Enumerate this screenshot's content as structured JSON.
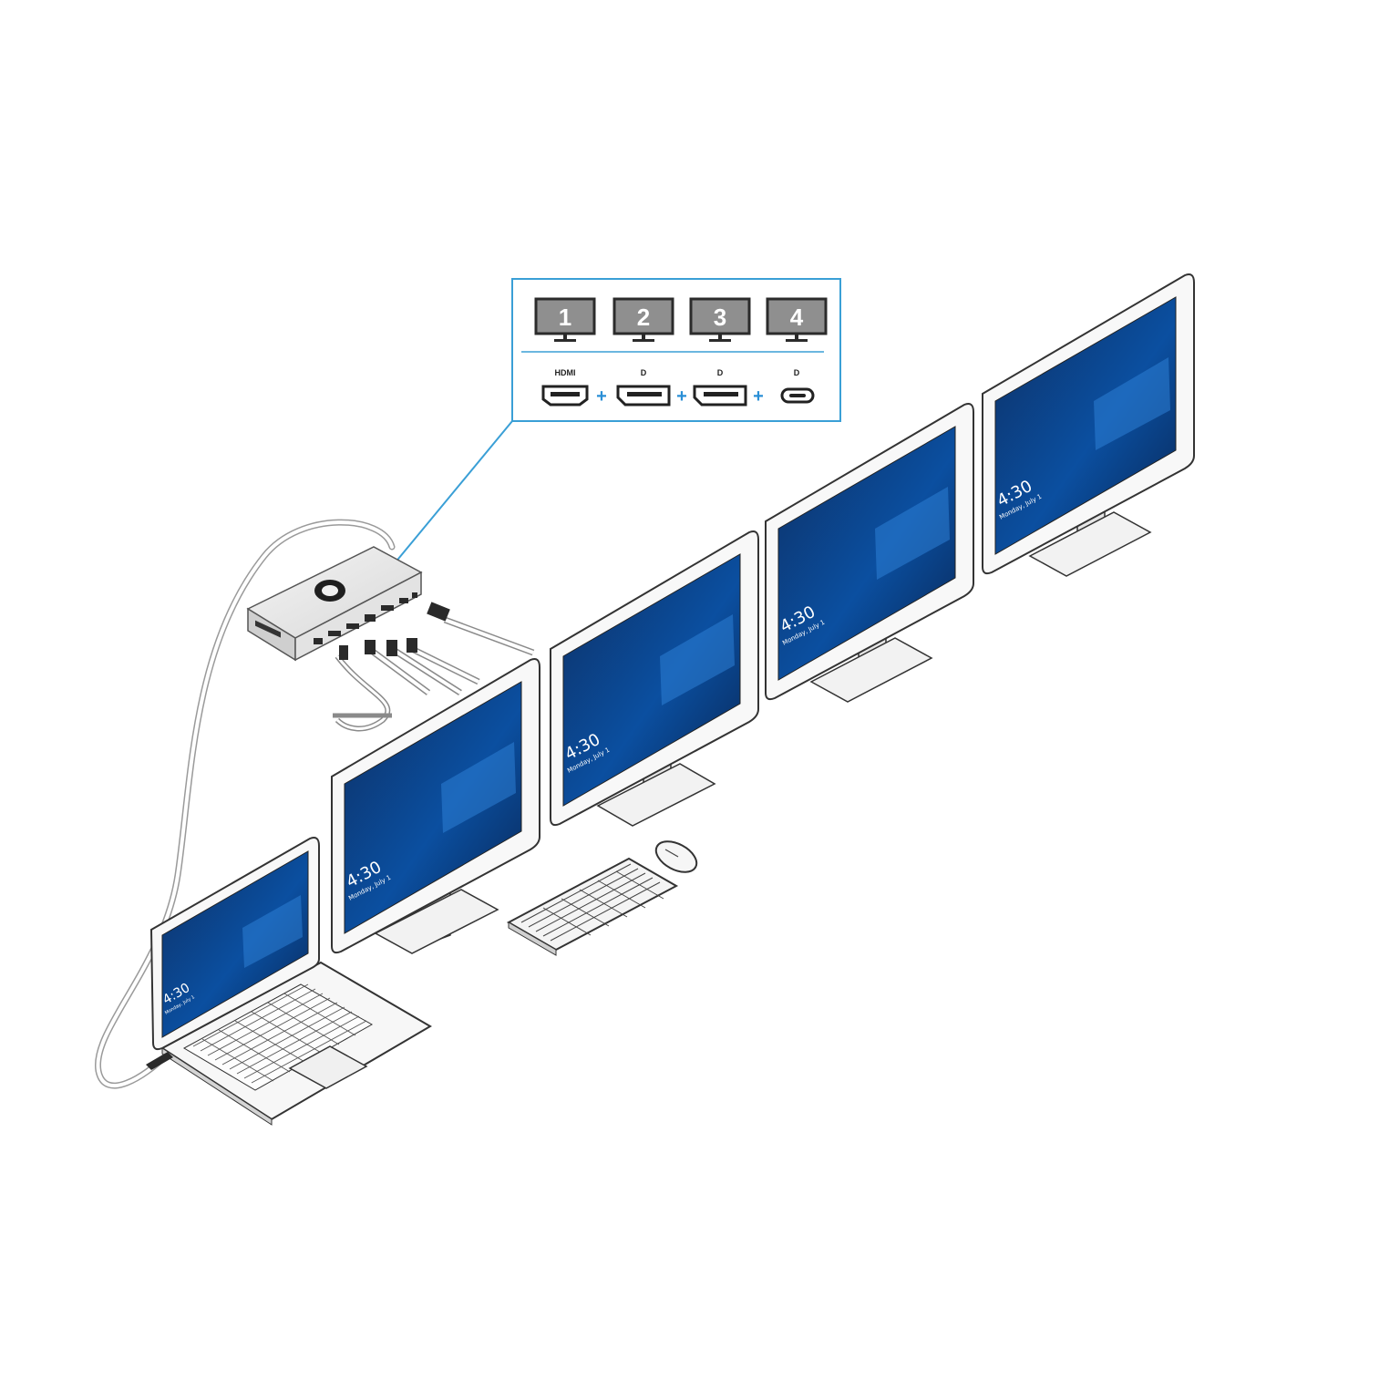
{
  "callout": {
    "border_color": "#3a9fd6",
    "plus_color": "#2a8fd6",
    "monitors": [
      {
        "label": "1",
        "port": "HDMI",
        "port_icon": "hdmi-port-icon"
      },
      {
        "label": "2",
        "port": "D",
        "port_icon": "displayport-icon"
      },
      {
        "label": "3",
        "port": "D",
        "port_icon": "displayport-icon"
      },
      {
        "label": "4",
        "port": "D",
        "port_icon": "usb-c-port-icon"
      }
    ]
  },
  "screens": {
    "time": "4:30",
    "date": "Monday, July 1",
    "wallpaper_color": "#0a3a78"
  },
  "devices": [
    "laptop-icon",
    "dock-icon",
    "monitor-icon",
    "keyboard-icon",
    "mouse-icon"
  ]
}
